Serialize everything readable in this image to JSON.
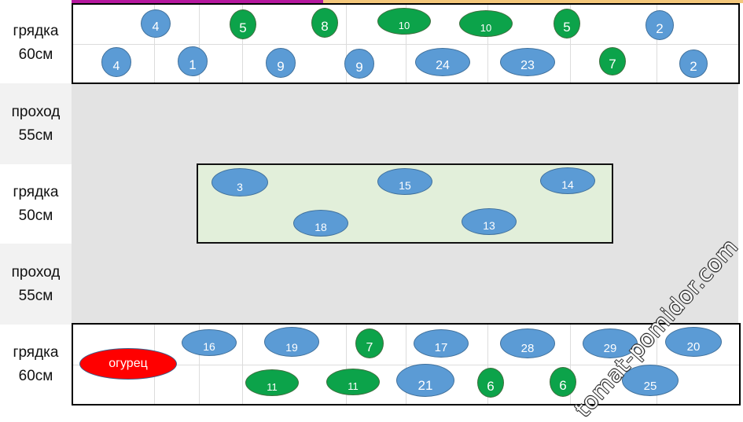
{
  "colors": {
    "top_bar_left": "#b5179e",
    "top_bar_right": "#f4c77a",
    "bed_50": "#e2efda",
    "path": "#e3e3e3",
    "plant_blue": "#5b9bd5",
    "plant_green": "#0ca34a",
    "plant_red": "#ff0000"
  },
  "rows": [
    {
      "label": "грядка\n60см"
    },
    {
      "label": "проход\n55см"
    },
    {
      "label": "грядка\n50см"
    },
    {
      "label": "проход\n55см"
    },
    {
      "label": "грядка\n60см"
    }
  ],
  "plants": [
    {
      "label": "4",
      "color": "blue"
    },
    {
      "label": "5",
      "color": "green"
    },
    {
      "label": "8",
      "color": "green"
    },
    {
      "label": "10",
      "color": "green"
    },
    {
      "label": "10",
      "color": "green"
    },
    {
      "label": "5",
      "color": "green"
    },
    {
      "label": "2",
      "color": "blue"
    },
    {
      "label": "4",
      "color": "blue"
    },
    {
      "label": "1",
      "color": "blue"
    },
    {
      "label": "9",
      "color": "blue"
    },
    {
      "label": "9",
      "color": "blue"
    },
    {
      "label": "24",
      "color": "blue"
    },
    {
      "label": "23",
      "color": "blue"
    },
    {
      "label": "7",
      "color": "green"
    },
    {
      "label": "2",
      "color": "blue"
    },
    {
      "label": "3",
      "color": "blue"
    },
    {
      "label": "15",
      "color": "blue"
    },
    {
      "label": "14",
      "color": "blue"
    },
    {
      "label": "18",
      "color": "blue"
    },
    {
      "label": "13",
      "color": "blue"
    },
    {
      "label": "16",
      "color": "blue"
    },
    {
      "label": "19",
      "color": "blue"
    },
    {
      "label": "7",
      "color": "green"
    },
    {
      "label": "17",
      "color": "blue"
    },
    {
      "label": "28",
      "color": "blue"
    },
    {
      "label": "29",
      "color": "blue"
    },
    {
      "label": "20",
      "color": "blue"
    },
    {
      "label": "огурец",
      "color": "red"
    },
    {
      "label": "11",
      "color": "green"
    },
    {
      "label": "11",
      "color": "green"
    },
    {
      "label": "21",
      "color": "blue"
    },
    {
      "label": "6",
      "color": "green"
    },
    {
      "label": "6",
      "color": "green"
    },
    {
      "label": "25",
      "color": "blue"
    }
  ],
  "watermark": "tomat-pomidor.com"
}
